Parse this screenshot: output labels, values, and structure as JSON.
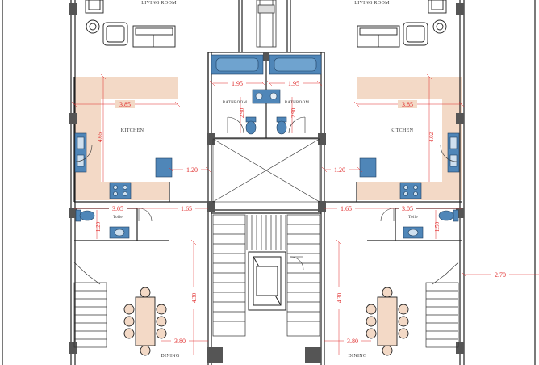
{
  "labels": {
    "living_left": "LIVING ROOM",
    "living_right": "LIVING ROOM",
    "bathroom_left": "BATHROOM",
    "bathroom_right": "BATHROOM",
    "kitchen_left": "KITCHEN",
    "kitchen_right": "KITCHEN",
    "toilet_left": "Toile",
    "toilet_right": "Toile",
    "dining_left": "DINING",
    "dining_right": "DINING"
  },
  "dimensions": {
    "bath_w_left": "1.95",
    "bath_w_right": "1.95",
    "bath_h_left": "2.90",
    "bath_h_right": "2.90",
    "kitchen_w_left": "3.85",
    "kitchen_w_right": "3.85",
    "kitchen_h_left": "4.65",
    "kitchen_h_right": "4.02",
    "corridor_left": "1.20",
    "corridor_right": "1.20",
    "toilet_w_left": "3.05",
    "toilet_w_right": "3.05",
    "toilet_h_left": "1.20",
    "toilet_h_right": "1.50",
    "passage_left": "1.65",
    "passage_right": "1.65",
    "dining_h_left": "4.30",
    "dining_h_right": "4.30",
    "dining_w_left": "3.80",
    "dining_w_right": "3.80",
    "side_gap": "2.70"
  },
  "colors": {
    "floor": "#f3d9c6",
    "fixture": "#4f86b8",
    "dimension": "#e02a2a",
    "wall": "#222222",
    "column": "#555555"
  }
}
